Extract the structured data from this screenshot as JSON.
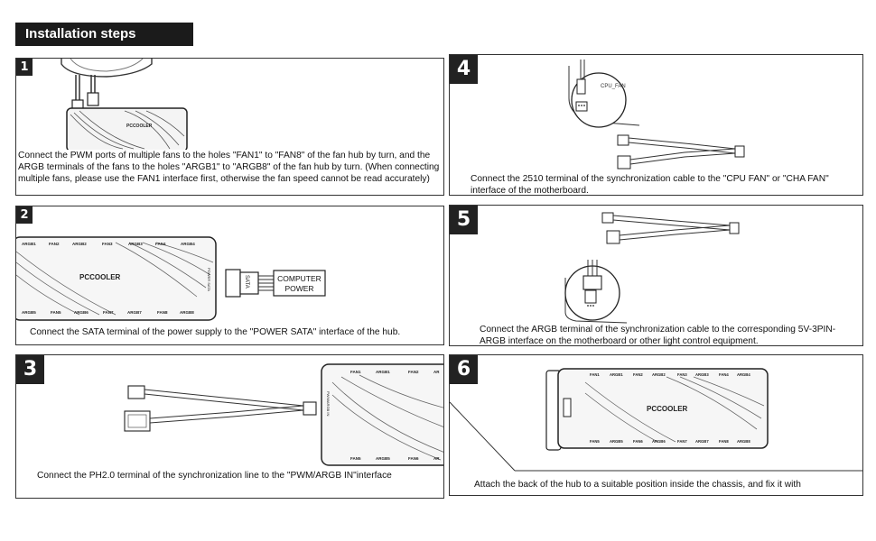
{
  "header": {
    "title": "Installation steps"
  },
  "steps": [
    {
      "number": "1",
      "hub_brand": "PCCOOLER",
      "caption": "Connect the PWM ports of multiple fans to the holes \"FAN1\" to \"FAN8\" of the fan hub by turn, and the ARGB terminals of the fans to the holes \"ARGB1\" to \"ARGB8\" of the fan hub by turn. (When connecting multiple fans, please use the FAN1 interface first, otherwise the fan speed cannot be read accurately)"
    },
    {
      "number": "2",
      "hub_brand": "PCCOOLER",
      "top_ports": [
        "ARGB1",
        "FAN2",
        "ARGB2",
        "FAN3",
        "ARGB3",
        "FAN4",
        "ARGB4"
      ],
      "bottom_ports": [
        "ARGB5",
        "FAN5",
        "ARGB6",
        "FAN7",
        "ARGB7",
        "FAN8",
        "ARGB8"
      ],
      "side_label": "POWER SATA",
      "connector_label": "SATA",
      "power_label_line1": "COMPUTER",
      "power_label_line2": "POWER",
      "caption": "Connect the SATA terminal of the power supply to the \"POWER SATA\" interface of the hub."
    },
    {
      "number": "3",
      "top_ports": [
        "FAN1",
        "ARGB1",
        "FAN2",
        "AR"
      ],
      "bottom_ports": [
        "FAN5",
        "ARGB5",
        "FAN6",
        "AR"
      ],
      "side_label": "PWM/ARGB IN",
      "caption": "Connect the PH2.0 terminal of the synchronization line to the \"PWM/ARGB IN\"interface"
    },
    {
      "number": "4",
      "board_label": "CPU_FAN",
      "caption": "Connect the 2510 terminal of the synchronization cable to the \"CPU FAN\" or \"CHA FAN\" interface of the motherboard."
    },
    {
      "number": "5",
      "caption": "Connect the ARGB terminal of the synchronization cable to the corresponding 5V-3PIN-ARGB interface on the motherboard or other light control equipment."
    },
    {
      "number": "6",
      "hub_brand": "PCCOOLER",
      "top_ports": [
        "FAN1",
        "ARGB1",
        "FAN2",
        "ARGB2",
        "FAN3",
        "ARGB3",
        "FAN4",
        "ARGB4"
      ],
      "bottom_ports": [
        "FAN5",
        "ARGB5",
        "FAN6",
        "ARGB6",
        "FAN7",
        "ARGB7",
        "FAN8",
        "ARGB8"
      ],
      "caption": "Attach the back of the hub to a suitable position inside the chassis, and fix it with"
    }
  ]
}
